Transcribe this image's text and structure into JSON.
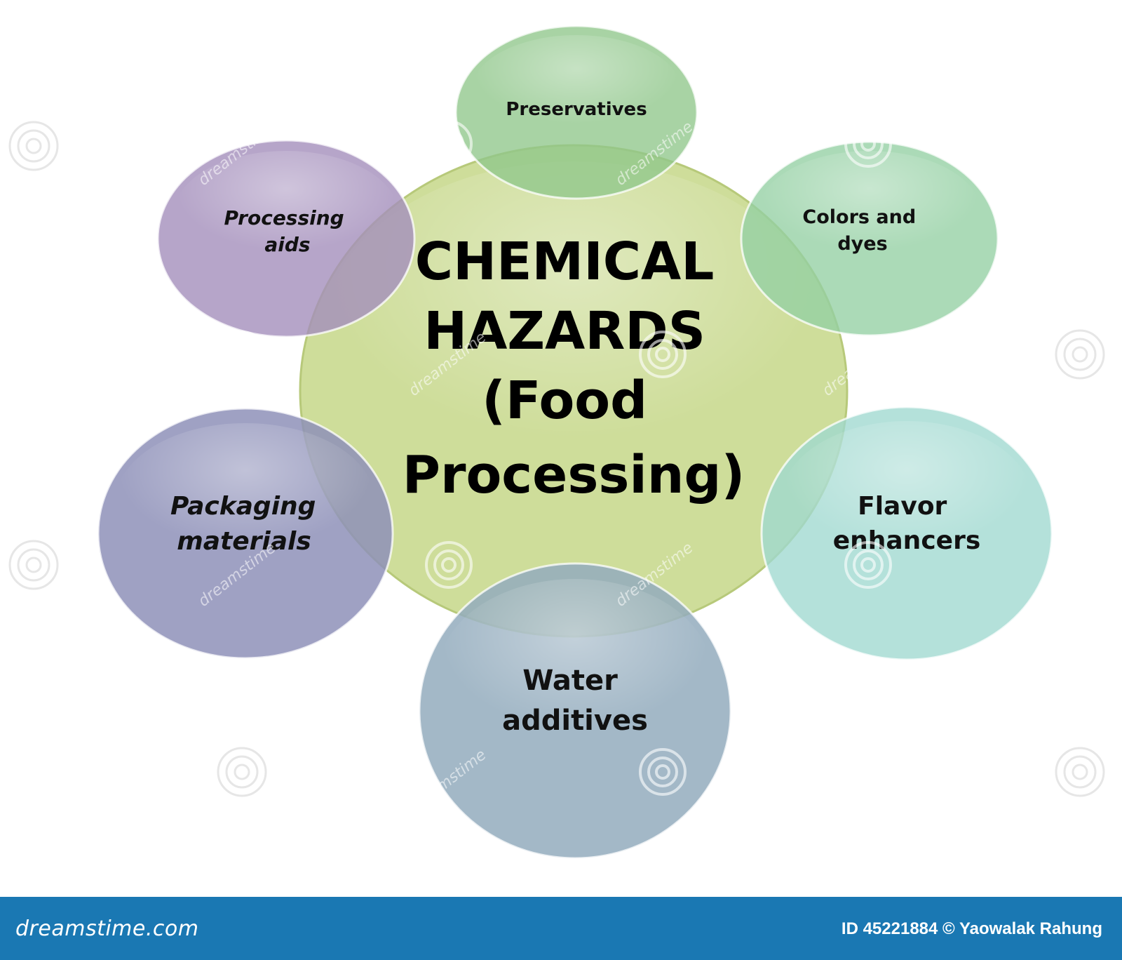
{
  "diagram": {
    "center": {
      "lines": [
        "CHEMICAL",
        "HAZARDS",
        "(Food",
        "Processing)"
      ],
      "color": "#c9d98f"
    },
    "nodes": [
      {
        "lines": [
          "Preservatives"
        ],
        "color": "#8fc78a"
      },
      {
        "lines": [
          "Colors and",
          "dyes"
        ],
        "color": "#93cfa3"
      },
      {
        "lines": [
          "Flavor",
          "enhancers"
        ],
        "color": "#9fd9cf"
      },
      {
        "lines": [
          "Water",
          "additives"
        ],
        "color": "#93acbd"
      },
      {
        "lines": [
          "Packaging",
          "materials"
        ],
        "color": "#8e91b8"
      },
      {
        "lines": [
          "Processing",
          "aids"
        ],
        "color": "#a48fbb"
      }
    ]
  },
  "watermark": {
    "text": "dreamstime",
    "swirl_icon": "dreamstime-swirl-icon"
  },
  "footer": {
    "brand": "dreamstime.com",
    "credit": "ID 45221884 © Yaowalak Rahung",
    "background": "#1a78b3"
  }
}
